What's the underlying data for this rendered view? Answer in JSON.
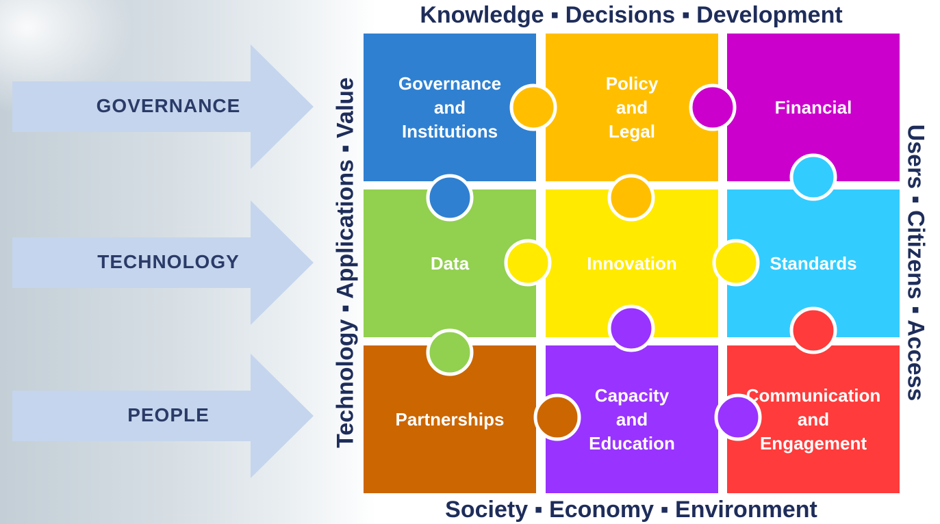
{
  "axes": {
    "top": "Knowledge ▪ Decisions ▪ Development",
    "bottom": "Society ▪ Economy ▪ Environment",
    "left": "Technology ▪ Applications ▪ Value",
    "right": "Users ▪ Citizens ▪ Access"
  },
  "arrows": [
    {
      "label": "GOVERNANCE"
    },
    {
      "label": "TECHNOLOGY"
    },
    {
      "label": "PEOPLE"
    }
  ],
  "colors": {
    "arrow_fill": "#c5d5ed",
    "arrow_text": "#2a3b68",
    "axis_text": "#1e2d5a",
    "tile_text": "#ffffff"
  },
  "tiles": [
    {
      "label": "Governance\nand\nInstitutions",
      "color": "#2f80d1"
    },
    {
      "label": "Policy\nand\nLegal",
      "color": "#ffbf00"
    },
    {
      "label": "Financial",
      "color": "#cc00cc"
    },
    {
      "label": "Data",
      "color": "#92d050"
    },
    {
      "label": "Innovation",
      "color": "#ffea00"
    },
    {
      "label": "Standards",
      "color": "#33ccff"
    },
    {
      "label": "Partnerships",
      "color": "#cc6600"
    },
    {
      "label": "Capacity\nand\nEducation",
      "color": "#9933ff"
    },
    {
      "label": "Communication\nand\nEngagement",
      "color": "#ff3b3b"
    }
  ]
}
